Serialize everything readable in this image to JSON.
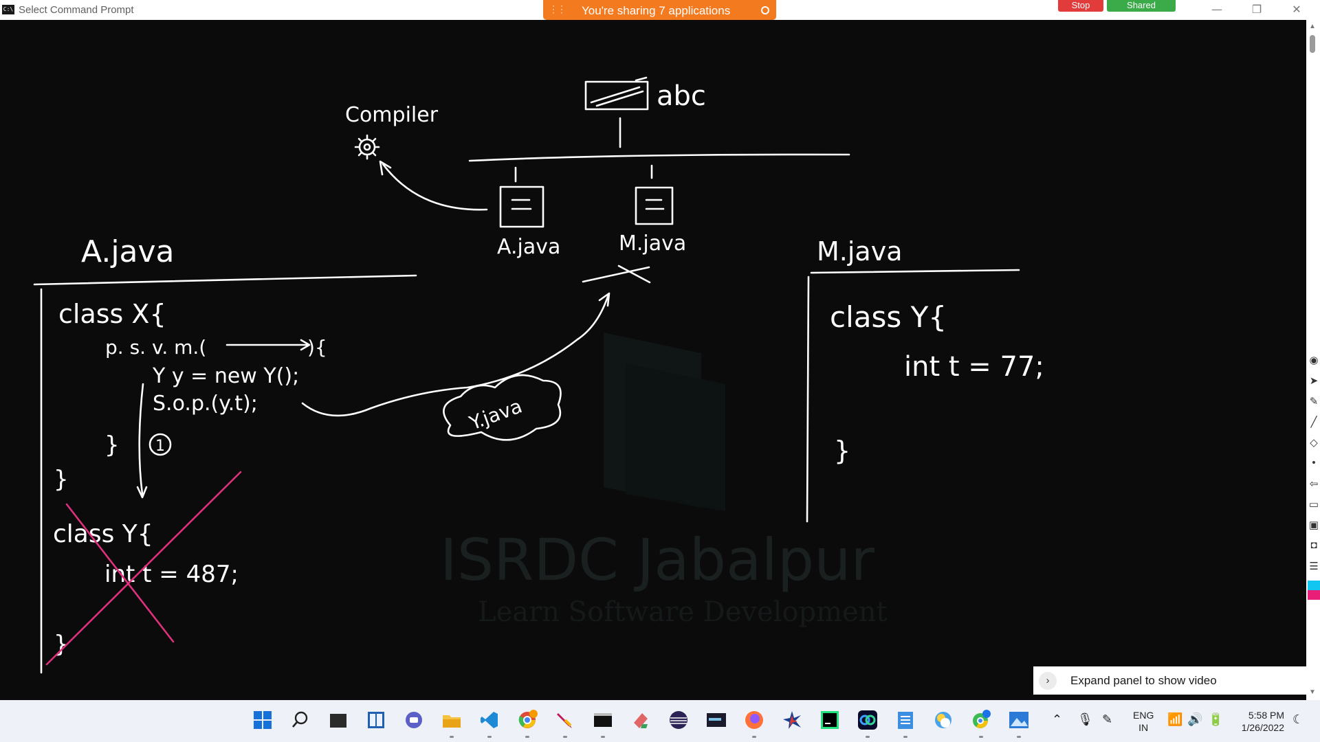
{
  "window": {
    "title": "Select Command Prompt",
    "icon": "cmd-icon"
  },
  "sharing": {
    "text": "You're sharing 7 applications",
    "stop_label": "Stop",
    "shared_label": "Shared"
  },
  "window_controls": {
    "minimize": "—",
    "restore": "❐",
    "close": "✕"
  },
  "whiteboard": {
    "compiler_label": "Compiler",
    "abc_label": "abc",
    "ajava_label": "A.java",
    "mjava_label": "M.java",
    "left_heading": "A.java",
    "right_heading": "M.java",
    "cloud_label": "Y.java",
    "left_code": {
      "class_x": "class  X{",
      "psvm": "p. s. v. m.(",
      "psvm_brace": "){",
      "new_y": "Y y = new Y();",
      "sop": "S.o.p.(y.t);",
      "close_inner": "}",
      "step_one": "1",
      "close_outer": "}",
      "class_y": "class  Y{",
      "int_t": "int   t = 487;",
      "close_y": "}"
    },
    "right_code": {
      "class_y": "class  Y{",
      "int_t": "int  t = 77;",
      "close": "}"
    }
  },
  "watermark": {
    "title": "ISRDC Jabalpur",
    "subtitle": "Learn Software Development"
  },
  "expand_panel": {
    "label": "Expand panel to show video"
  },
  "taskbar": {
    "apps": [
      "windows-start-icon",
      "search-icon",
      "terminal-icon",
      "snap-layout-icon",
      "teams-chat-icon",
      "file-explorer-icon",
      "vscode-icon",
      "chrome-icon",
      "pen-app-icon",
      "cmd-icon",
      "paint-icon",
      "eclipse-icon",
      "mysql-icon",
      "firefox-icon",
      "app-icon",
      "pycharm-icon",
      "webex-icon",
      "notepad-icon",
      "weather-app-icon",
      "chrome-profile-icon",
      "photos-icon"
    ],
    "lang_top": "ENG",
    "lang_bottom": "IN",
    "time": "5:58 PM",
    "date": "1/26/2022"
  },
  "colors": {
    "share_bar": "#f47a20",
    "stop": "#e23b3b",
    "shared": "#3bab49",
    "strike": "#e0317d",
    "board": "#0b0b0b"
  }
}
